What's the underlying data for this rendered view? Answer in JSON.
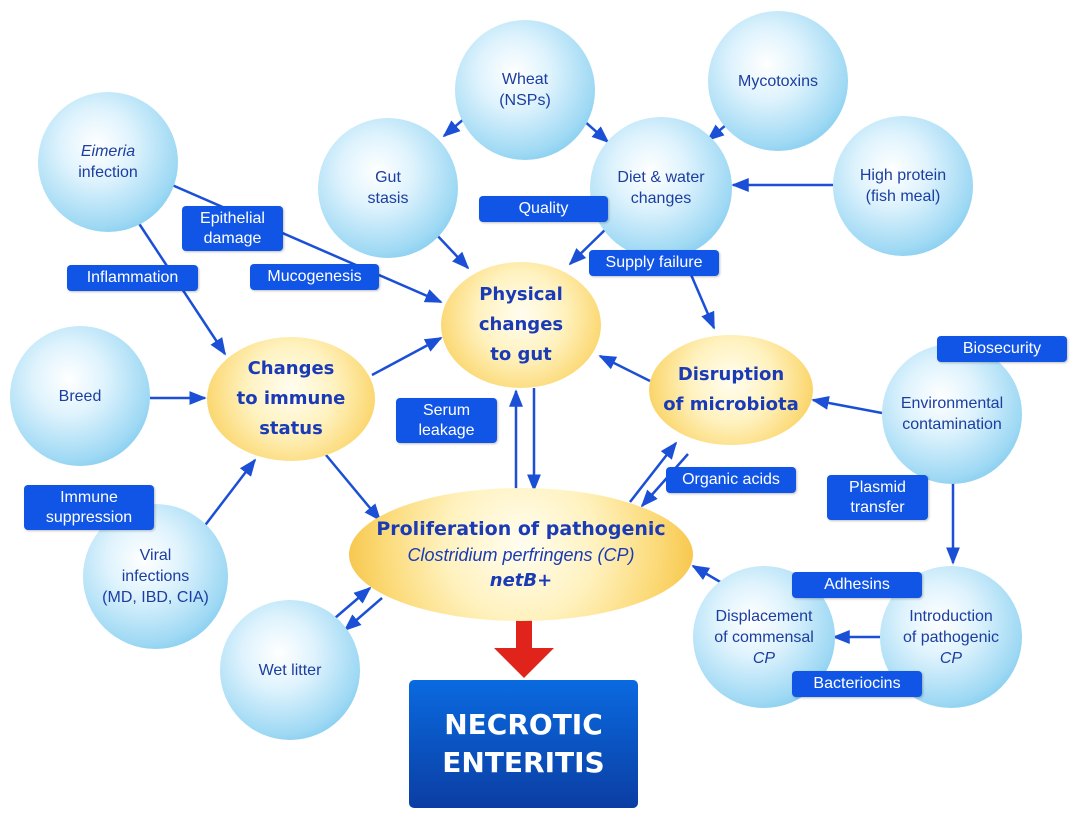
{
  "nodes": {
    "wheat": [
      "Wheat",
      "(NSPs)"
    ],
    "mycotoxins": [
      "Mycotoxins"
    ],
    "eimeria": [
      "Eimeria",
      "infection"
    ],
    "gut_stasis": [
      "Gut",
      "stasis"
    ],
    "diet_water": [
      "Diet & water",
      "changes"
    ],
    "high_protein": [
      "High protein",
      "(fish meal)"
    ],
    "breed": [
      "Breed"
    ],
    "environmental": [
      "Environmental",
      "contamination"
    ],
    "viral": [
      "Viral",
      "infections",
      "(MD, IBD, CIA)"
    ],
    "wet_litter": [
      "Wet litter"
    ],
    "displacement": [
      "Displacement",
      "of commensal",
      "CP"
    ],
    "introduction": [
      "Introduction",
      "of pathogenic",
      "CP"
    ]
  },
  "ovals": {
    "physical": [
      "Physical",
      "changes",
      "to gut"
    ],
    "immune": [
      "Changes",
      "to immune",
      "status"
    ],
    "microbiota": [
      "Disruption",
      "of microbiota"
    ],
    "proliferation": [
      "Proliferation of pathogenic",
      "Clostridium perfringens (CP)",
      "netB+"
    ]
  },
  "labels": {
    "quality": [
      "Quality"
    ],
    "epithelial": [
      "Epithelial",
      "damage"
    ],
    "inflammation": [
      "Inflammation"
    ],
    "mucogenesis": [
      "Mucogenesis"
    ],
    "supply_failure": [
      "Supply failure"
    ],
    "biosecurity": [
      "Biosecurity"
    ],
    "serum": [
      "Serum",
      "leakage"
    ],
    "organic": [
      "Organic acids"
    ],
    "plasmid": [
      "Plasmid",
      "transfer"
    ],
    "immune_suppression": [
      "Immune",
      "suppression"
    ],
    "adhesins": [
      "Adhesins"
    ],
    "bacteriocins": [
      "Bacteriocins"
    ]
  },
  "outcome": [
    "NECROTIC",
    "ENTERITIS"
  ],
  "colors": {
    "arrow": "#1a4fd6",
    "label_bg": "#1155e6",
    "outcome_arrow": "#e0241b"
  }
}
